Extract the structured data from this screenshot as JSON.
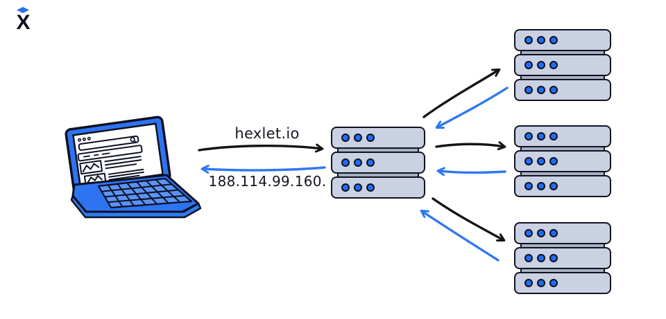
{
  "logo": {
    "letter": "X",
    "icon": "graduation-cap-diamond"
  },
  "labels": {
    "request": "hexlet.io",
    "response": "188.114.99.160."
  },
  "colors": {
    "background": "#ffffff",
    "arrow_black": "#141414",
    "arrow_blue": "#2e78f2",
    "laptop_blue": "#2e74f2",
    "laptop_key_blue": "#5b93f7",
    "laptop_lip_blue": "#2f7bf5",
    "server_fill": "#c9d1e3",
    "server_connector": "#a6afc3",
    "server_border": "#10131f",
    "led_blue": "#1e6ef5"
  },
  "diagram": {
    "client": "laptop",
    "dns_server": {
      "name": "dns-server",
      "units": 3,
      "leds_per_unit": 3
    },
    "upstream_servers": [
      {
        "name": "upstream-server-1",
        "units": 3,
        "leds_per_unit": 3
      },
      {
        "name": "upstream-server-2",
        "units": 3,
        "leds_per_unit": 3
      },
      {
        "name": "upstream-server-3",
        "units": 3,
        "leds_per_unit": 3
      }
    ],
    "flows": [
      {
        "from": "laptop",
        "to": "dns-server",
        "label": "hexlet.io",
        "color": "black"
      },
      {
        "from": "dns-server",
        "to": "laptop",
        "label": "188.114.99.160.",
        "color": "blue"
      },
      {
        "from": "dns-server",
        "to": "upstream-server-1",
        "color": "black"
      },
      {
        "from": "upstream-server-1",
        "to": "dns-server",
        "color": "blue"
      },
      {
        "from": "dns-server",
        "to": "upstream-server-2",
        "color": "black"
      },
      {
        "from": "upstream-server-2",
        "to": "dns-server",
        "color": "blue"
      },
      {
        "from": "dns-server",
        "to": "upstream-server-3",
        "color": "black"
      },
      {
        "from": "upstream-server-3",
        "to": "dns-server",
        "color": "blue"
      }
    ]
  }
}
